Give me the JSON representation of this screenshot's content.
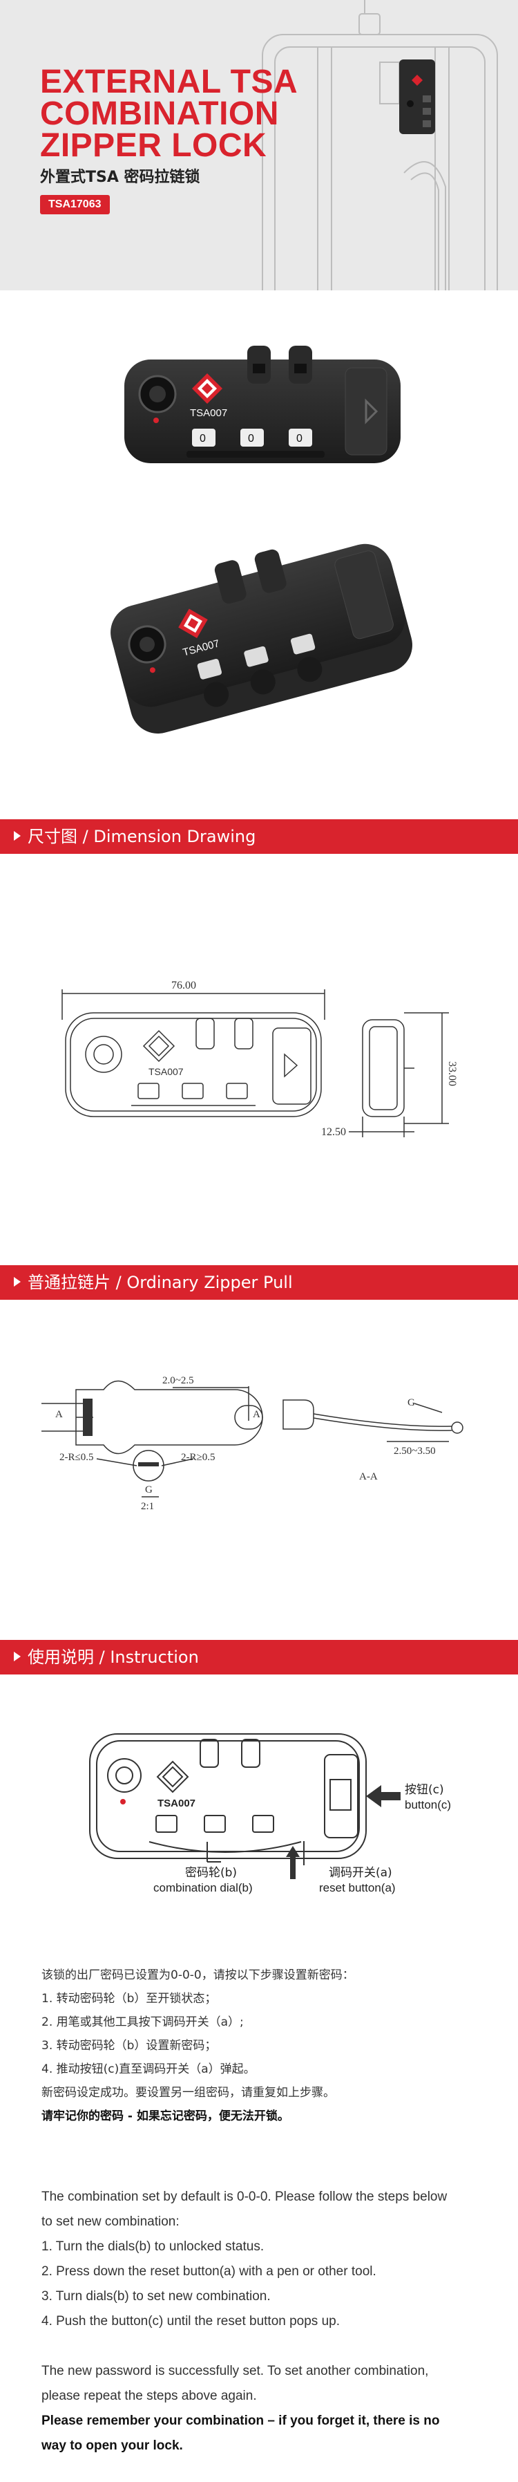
{
  "hero": {
    "title_lines": [
      "EXTERNAL TSA",
      "COMBINATION",
      "ZIPPER LOCK"
    ],
    "subtitle": "外置式TSA 密码拉链锁",
    "model_badge": "TSA17063"
  },
  "product": {
    "brand_mark": "TSA007",
    "dial_digits": [
      "0",
      "0",
      "0"
    ]
  },
  "sections": {
    "dimension": "尺寸图 / Dimension Drawing",
    "zipper": "普通拉链片 / Ordinary Zipper Pull",
    "instruction": "使用说明 / Instruction"
  },
  "dimension_drawing": {
    "width_label": "76.00",
    "height_label": "33.00",
    "depth_label": "12.50"
  },
  "zipper_drawing": {
    "thickness_label": "2.0~2.5",
    "section_left": "A",
    "section_right": "A",
    "radius_left": "2-R≤0.5",
    "radius_right": "2-R≥0.5",
    "detail_label": "G",
    "detail_scale": "2:1",
    "side_detail_label": "G",
    "side_dim": "2.50~3.50",
    "section_caption": "A-A"
  },
  "instruction_diagram": {
    "button_cn": "按钮(c)",
    "button_en": "button(c)",
    "dial_cn": "密码轮(b)",
    "dial_en": "combination dial(b)",
    "reset_cn": "调码开关(a)",
    "reset_en": "reset button(a)"
  },
  "instructions_cn": {
    "intro": "该锁的出厂密码已设置为0-0-0，请按以下步骤设置新密码：",
    "steps": [
      "1.   转动密码轮（b）至开锁状态；",
      "2.   用笔或其他工具按下调码开关（a）;",
      "3.    转动密码轮（b）设置新密码；",
      "4.   推动按钮(c)直至调码开关（a）弹起。"
    ],
    "after": "新密码设定成功。要设置另一组密码，请重复如上步骤。",
    "warning": "请牢记你的密码 - 如果忘记密码，便无法开锁。"
  },
  "instructions_en": {
    "intro_1": "The combination set by default is 0-0-0. Please follow the steps below",
    "intro_2": "to set new combination:",
    "steps": [
      "1. Turn the dials(b) to unlocked status.",
      "2. Press down the reset button(a) with a pen or other tool.",
      "3. Turn dials(b) to set new combination.",
      "4. Push the button(c) until the reset button pops up."
    ],
    "after_1": "The new password is successfully set. To set another combination,",
    "after_2": "please repeat the steps above again.",
    "warning_1": "Please remember your combination – if you forget it, there is no",
    "warning_2": "way to open your lock."
  },
  "colors": {
    "brand_red": "#d9232d",
    "lock_body": "#2b2b2b",
    "hero_bg": "#e9e9e9"
  }
}
